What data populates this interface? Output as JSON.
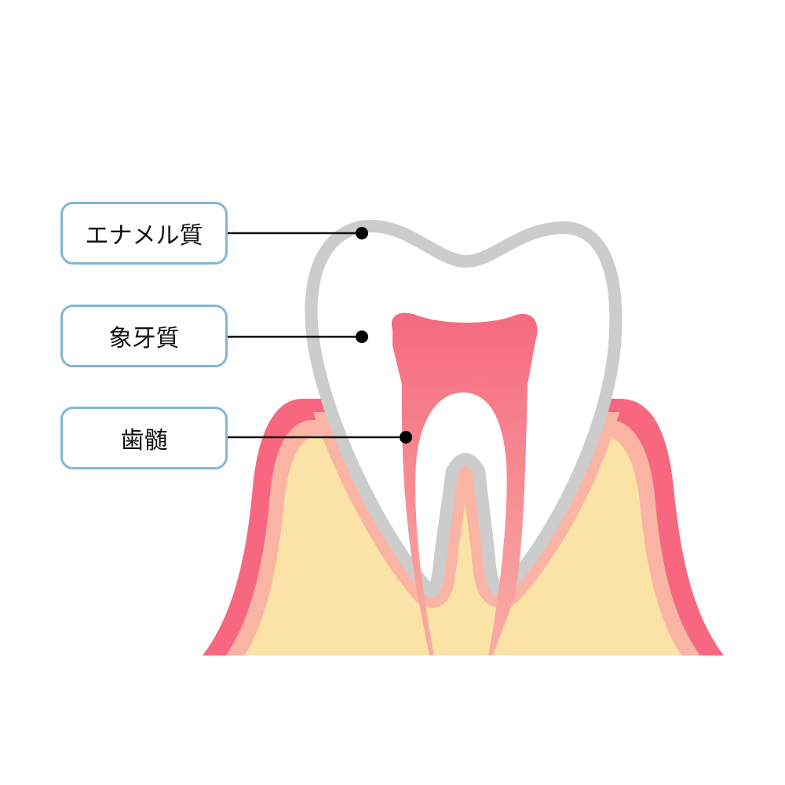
{
  "labels": {
    "enamel": "エナメル質",
    "dentin": "象牙質",
    "pulp": "歯髄"
  },
  "colors": {
    "enamel": "#cccccc",
    "gum": "#f7677f",
    "ligament": "#f9b4a4",
    "bone": "#fbe3a8",
    "pulp_top": "#f56a80",
    "pulp_bottom": "#f9a9a2",
    "label_border": "#80b8d4"
  }
}
